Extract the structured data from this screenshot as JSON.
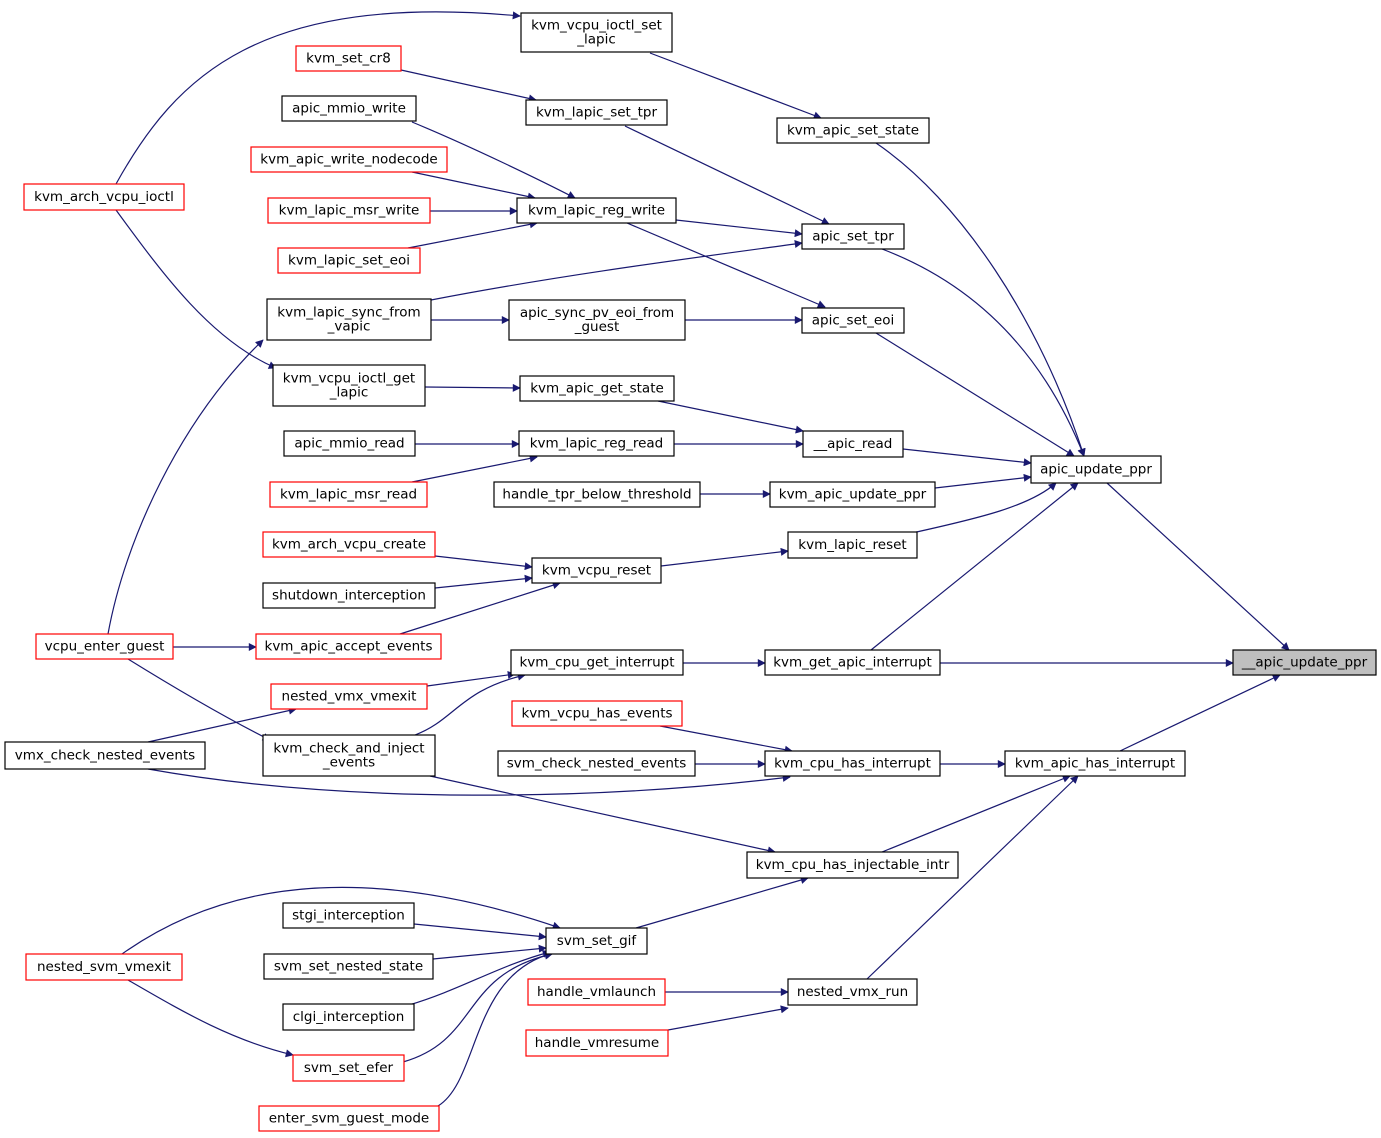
{
  "colors": {
    "edge": "#191970",
    "node_border_normal": "#000000",
    "node_border_truncated": "#ff0000",
    "node_fill_root": "#bfbfbf",
    "node_fill": "#ffffff"
  },
  "nodes": [
    {
      "id": "n_ioctl_set_lapic",
      "lines": [
        "kvm_vcpu_ioctl_set",
        "_lapic"
      ],
      "style": "normal"
    },
    {
      "id": "n_set_cr8",
      "lines": [
        "kvm_set_cr8"
      ],
      "style": "truncated"
    },
    {
      "id": "n_lapic_set_tpr",
      "lines": [
        "kvm_lapic_set_tpr"
      ],
      "style": "normal"
    },
    {
      "id": "n_apic_set_state",
      "lines": [
        "kvm_apic_set_state"
      ],
      "style": "normal"
    },
    {
      "id": "n_apic_mmio_write",
      "lines": [
        "apic_mmio_write"
      ],
      "style": "normal"
    },
    {
      "id": "n_write_nodecode",
      "lines": [
        "kvm_apic_write_nodecode"
      ],
      "style": "truncated"
    },
    {
      "id": "n_arch_vcpu_ioctl",
      "lines": [
        "kvm_arch_vcpu_ioctl"
      ],
      "style": "truncated"
    },
    {
      "id": "n_msr_write",
      "lines": [
        "kvm_lapic_msr_write"
      ],
      "style": "truncated"
    },
    {
      "id": "n_reg_write",
      "lines": [
        "kvm_lapic_reg_write"
      ],
      "style": "normal"
    },
    {
      "id": "n_set_eoi",
      "lines": [
        "kvm_lapic_set_eoi"
      ],
      "style": "truncated"
    },
    {
      "id": "n_apic_set_tpr",
      "lines": [
        "apic_set_tpr"
      ],
      "style": "normal"
    },
    {
      "id": "n_sync_from_vapic",
      "lines": [
        "kvm_lapic_sync_from",
        "_vapic"
      ],
      "style": "normal"
    },
    {
      "id": "n_sync_pv_eoi",
      "lines": [
        "apic_sync_pv_eoi_from",
        "_guest"
      ],
      "style": "normal"
    },
    {
      "id": "n_apic_set_eoi",
      "lines": [
        "apic_set_eoi"
      ],
      "style": "normal"
    },
    {
      "id": "n_ioctl_get_lapic",
      "lines": [
        "kvm_vcpu_ioctl_get",
        "_lapic"
      ],
      "style": "normal"
    },
    {
      "id": "n_get_state",
      "lines": [
        "kvm_apic_get_state"
      ],
      "style": "normal"
    },
    {
      "id": "n_apic_mmio_read",
      "lines": [
        "apic_mmio_read"
      ],
      "style": "normal"
    },
    {
      "id": "n_reg_read",
      "lines": [
        "kvm_lapic_reg_read"
      ],
      "style": "normal"
    },
    {
      "id": "n_apic_read",
      "lines": [
        "__apic_read"
      ],
      "style": "normal"
    },
    {
      "id": "n_apic_update_ppr",
      "lines": [
        "apic_update_ppr"
      ],
      "style": "normal"
    },
    {
      "id": "n_msr_read",
      "lines": [
        "kvm_lapic_msr_read"
      ],
      "style": "truncated"
    },
    {
      "id": "n_tpr_below",
      "lines": [
        "handle_tpr_below_threshold"
      ],
      "style": "normal"
    },
    {
      "id": "n_kvm_apic_update_ppr",
      "lines": [
        "kvm_apic_update_ppr"
      ],
      "style": "normal"
    },
    {
      "id": "n_arch_vcpu_create",
      "lines": [
        "kvm_arch_vcpu_create"
      ],
      "style": "truncated"
    },
    {
      "id": "n_lapic_reset",
      "lines": [
        "kvm_lapic_reset"
      ],
      "style": "normal"
    },
    {
      "id": "n_vcpu_reset",
      "lines": [
        "kvm_vcpu_reset"
      ],
      "style": "normal"
    },
    {
      "id": "n_shutdown",
      "lines": [
        "shutdown_interception"
      ],
      "style": "normal"
    },
    {
      "id": "n_enter_guest",
      "lines": [
        "vcpu_enter_guest"
      ],
      "style": "truncated"
    },
    {
      "id": "n_accept_events",
      "lines": [
        "kvm_apic_accept_events"
      ],
      "style": "truncated"
    },
    {
      "id": "n_cpu_get_interrupt",
      "lines": [
        "kvm_cpu_get_interrupt"
      ],
      "style": "normal"
    },
    {
      "id": "n_get_apic_interrupt",
      "lines": [
        "kvm_get_apic_interrupt"
      ],
      "style": "normal"
    },
    {
      "id": "n_root",
      "lines": [
        "__apic_update_ppr"
      ],
      "style": "root"
    },
    {
      "id": "n_nested_vmx_vmexit",
      "lines": [
        "nested_vmx_vmexit"
      ],
      "style": "truncated"
    },
    {
      "id": "n_vcpu_has_events",
      "lines": [
        "kvm_vcpu_has_events"
      ],
      "style": "truncated"
    },
    {
      "id": "n_vmx_check_nested",
      "lines": [
        "vmx_check_nested_events"
      ],
      "style": "normal"
    },
    {
      "id": "n_check_inject",
      "lines": [
        "kvm_check_and_inject",
        "_events"
      ],
      "style": "normal"
    },
    {
      "id": "n_svm_check_nested",
      "lines": [
        "svm_check_nested_events"
      ],
      "style": "normal"
    },
    {
      "id": "n_cpu_has_interrupt",
      "lines": [
        "kvm_cpu_has_interrupt"
      ],
      "style": "normal"
    },
    {
      "id": "n_apic_has_interrupt",
      "lines": [
        "kvm_apic_has_interrupt"
      ],
      "style": "normal"
    },
    {
      "id": "n_injectable",
      "lines": [
        "kvm_cpu_has_injectable_intr"
      ],
      "style": "normal"
    },
    {
      "id": "n_stgi",
      "lines": [
        "stgi_interception"
      ],
      "style": "normal"
    },
    {
      "id": "n_svm_set_gif",
      "lines": [
        "svm_set_gif"
      ],
      "style": "normal"
    },
    {
      "id": "n_nested_svm_vmexit",
      "lines": [
        "nested_svm_vmexit"
      ],
      "style": "truncated"
    },
    {
      "id": "n_set_nested_state",
      "lines": [
        "svm_set_nested_state"
      ],
      "style": "normal"
    },
    {
      "id": "n_vmlaunch",
      "lines": [
        "handle_vmlaunch"
      ],
      "style": "truncated"
    },
    {
      "id": "n_nested_vmx_run",
      "lines": [
        "nested_vmx_run"
      ],
      "style": "normal"
    },
    {
      "id": "n_clgi",
      "lines": [
        "clgi_interception"
      ],
      "style": "normal"
    },
    {
      "id": "n_vmresume",
      "lines": [
        "handle_vmresume"
      ],
      "style": "truncated"
    },
    {
      "id": "n_svm_set_efer",
      "lines": [
        "svm_set_efer"
      ],
      "style": "truncated"
    },
    {
      "id": "n_enter_svm_guest",
      "lines": [
        "enter_svm_guest_mode"
      ],
      "style": "truncated"
    }
  ],
  "edges": [
    {
      "from": "n_arch_vcpu_ioctl",
      "to": "n_ioctl_set_lapic"
    },
    {
      "from": "n_ioctl_set_lapic",
      "to": "n_apic_set_state"
    },
    {
      "from": "n_set_cr8",
      "to": "n_lapic_set_tpr"
    },
    {
      "from": "n_lapic_set_tpr",
      "to": "n_apic_set_tpr"
    },
    {
      "from": "n_apic_mmio_write",
      "to": "n_reg_write"
    },
    {
      "from": "n_write_nodecode",
      "to": "n_reg_write"
    },
    {
      "from": "n_msr_write",
      "to": "n_reg_write"
    },
    {
      "from": "n_set_eoi",
      "to": "n_reg_write"
    },
    {
      "from": "n_reg_write",
      "to": "n_apic_set_tpr"
    },
    {
      "from": "n_reg_write",
      "to": "n_apic_set_eoi"
    },
    {
      "from": "n_sync_from_vapic",
      "to": "n_apic_set_tpr"
    },
    {
      "from": "n_sync_from_vapic",
      "to": "n_sync_pv_eoi"
    },
    {
      "from": "n_sync_pv_eoi",
      "to": "n_apic_set_eoi"
    },
    {
      "from": "n_arch_vcpu_ioctl",
      "to": "n_ioctl_get_lapic"
    },
    {
      "from": "n_ioctl_get_lapic",
      "to": "n_get_state"
    },
    {
      "from": "n_get_state",
      "to": "n_apic_read"
    },
    {
      "from": "n_apic_mmio_read",
      "to": "n_reg_read"
    },
    {
      "from": "n_msr_read",
      "to": "n_reg_read"
    },
    {
      "from": "n_reg_read",
      "to": "n_apic_read"
    },
    {
      "from": "n_tpr_below",
      "to": "n_kvm_apic_update_ppr"
    },
    {
      "from": "n_apic_set_state",
      "to": "n_apic_update_ppr"
    },
    {
      "from": "n_apic_set_tpr",
      "to": "n_apic_update_ppr"
    },
    {
      "from": "n_apic_set_eoi",
      "to": "n_apic_update_ppr"
    },
    {
      "from": "n_apic_read",
      "to": "n_apic_update_ppr"
    },
    {
      "from": "n_kvm_apic_update_ppr",
      "to": "n_apic_update_ppr"
    },
    {
      "from": "n_lapic_reset",
      "to": "n_apic_update_ppr"
    },
    {
      "from": "n_get_apic_interrupt",
      "to": "n_apic_update_ppr"
    },
    {
      "from": "n_apic_update_ppr",
      "to": "n_root"
    },
    {
      "from": "n_arch_vcpu_create",
      "to": "n_vcpu_reset"
    },
    {
      "from": "n_shutdown",
      "to": "n_vcpu_reset"
    },
    {
      "from": "n_accept_events",
      "to": "n_vcpu_reset"
    },
    {
      "from": "n_vcpu_reset",
      "to": "n_lapic_reset"
    },
    {
      "from": "n_enter_guest",
      "to": "n_sync_from_vapic"
    },
    {
      "from": "n_enter_guest",
      "to": "n_accept_events"
    },
    {
      "from": "n_enter_guest",
      "to": "n_check_inject"
    },
    {
      "from": "n_nested_vmx_vmexit",
      "to": "n_cpu_get_interrupt"
    },
    {
      "from": "n_check_inject",
      "to": "n_cpu_get_interrupt"
    },
    {
      "from": "n_cpu_get_interrupt",
      "to": "n_get_apic_interrupt"
    },
    {
      "from": "n_get_apic_interrupt",
      "to": "n_root"
    },
    {
      "from": "n_vmx_check_nested",
      "to": "n_nested_vmx_vmexit"
    },
    {
      "from": "n_vcpu_has_events",
      "to": "n_cpu_has_interrupt"
    },
    {
      "from": "n_svm_check_nested",
      "to": "n_cpu_has_interrupt"
    },
    {
      "from": "n_vmx_check_nested",
      "to": "n_cpu_has_interrupt"
    },
    {
      "from": "n_cpu_has_interrupt",
      "to": "n_apic_has_interrupt"
    },
    {
      "from": "n_apic_has_interrupt",
      "to": "n_root"
    },
    {
      "from": "n_check_inject",
      "to": "n_injectable"
    },
    {
      "from": "n_injectable",
      "to": "n_apic_has_interrupt"
    },
    {
      "from": "n_svm_set_gif",
      "to": "n_injectable"
    },
    {
      "from": "n_nested_vmx_run",
      "to": "n_apic_has_interrupt"
    },
    {
      "from": "n_stgi",
      "to": "n_svm_set_gif"
    },
    {
      "from": "n_set_nested_state",
      "to": "n_svm_set_gif"
    },
    {
      "from": "n_clgi",
      "to": "n_svm_set_gif"
    },
    {
      "from": "n_svm_set_efer",
      "to": "n_svm_set_gif"
    },
    {
      "from": "n_enter_svm_guest",
      "to": "n_svm_set_gif"
    },
    {
      "from": "n_nested_svm_vmexit",
      "to": "n_svm_set_gif"
    },
    {
      "from": "n_nested_svm_vmexit",
      "to": "n_svm_set_efer"
    },
    {
      "from": "n_vmlaunch",
      "to": "n_nested_vmx_run"
    },
    {
      "from": "n_vmresume",
      "to": "n_nested_vmx_run"
    }
  ]
}
